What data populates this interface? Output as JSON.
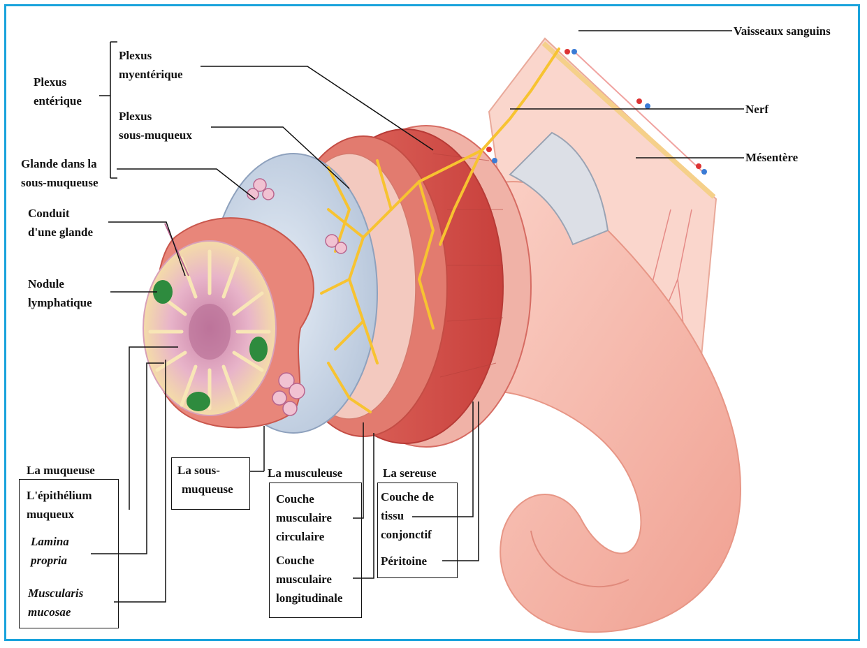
{
  "labels": {
    "plexus_enterique": [
      "Plexus",
      "entérique"
    ],
    "plexus_myenterique": [
      "Plexus",
      "myentérique"
    ],
    "plexus_sous_muqueux": [
      "Plexus",
      "sous-muqueux"
    ],
    "glande_sous_muqueuse": [
      "Glande dans la",
      "sous-muqueuse"
    ],
    "conduit_glande": [
      "Conduit",
      "d'une glande"
    ],
    "nodule_lymphatique": [
      "Nodule",
      "lymphatique"
    ],
    "vaisseaux_sanguins": "Vaisseaux sanguins",
    "nerf": "Nerf",
    "mesentere": "Mésentère",
    "la_muqueuse": "La muqueuse",
    "epithelium": [
      "L'épithélium",
      "muqueux"
    ],
    "lamina_propria": [
      "Lamina",
      "propria"
    ],
    "muscularis_mucosae": [
      "Muscularis",
      "mucosae"
    ],
    "la_sous_muqueuse": [
      "La sous-",
      "muqueuse"
    ],
    "la_musculeuse": "La musculeuse",
    "couche_circulaire": [
      "Couche",
      "musculaire",
      "circulaire"
    ],
    "couche_longitudinale": [
      "Couche",
      "musculaire",
      "longitudinale"
    ],
    "la_sereuse": "La sereuse",
    "couche_tissu": [
      "Couche de",
      "tissu",
      "conjonctif"
    ],
    "peritoine": "Péritoine"
  },
  "colors": {
    "frame": "#1aa3dc",
    "intestine": "#f2a597",
    "muscle": "#d9534f",
    "submucosa": "#c9d6e6",
    "nerve": "#f7c331",
    "nodule": "#2e8b3e"
  }
}
